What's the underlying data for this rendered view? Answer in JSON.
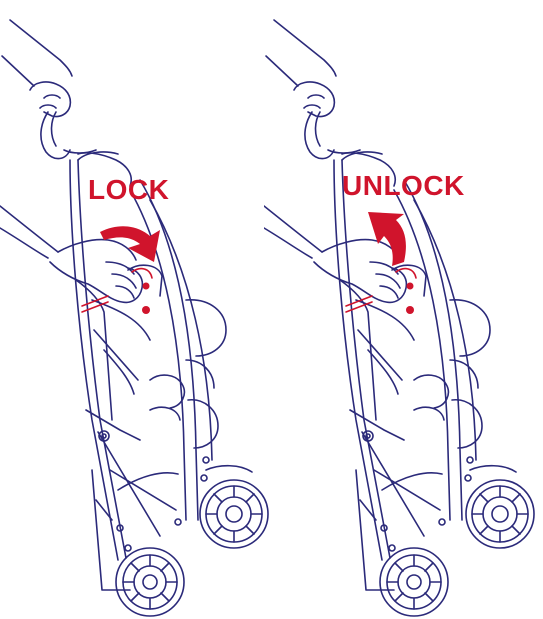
{
  "panels": [
    {
      "label": "LOCK",
      "action": "lock"
    },
    {
      "label": "UNLOCK",
      "action": "unlock"
    }
  ],
  "colors": {
    "line": "#2b2a7a",
    "accent": "#d0142c",
    "background": "#ffffff"
  }
}
